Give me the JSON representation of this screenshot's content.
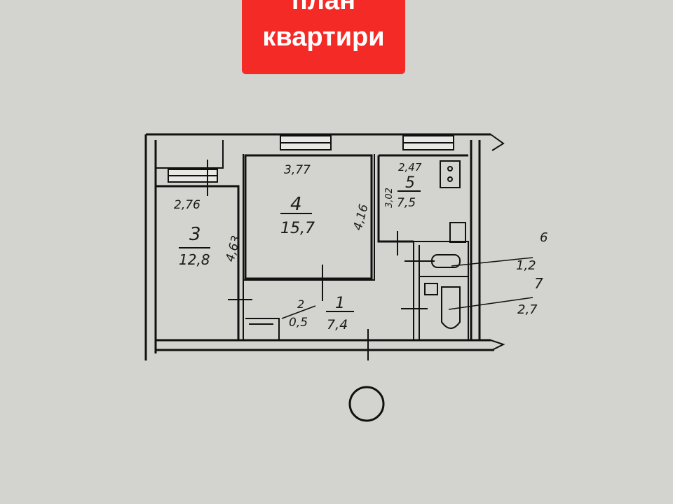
{
  "banner": {
    "line1": "план",
    "line2": "квартири"
  },
  "rooms": [
    {
      "number": "1",
      "area": "7,4"
    },
    {
      "number": "2",
      "area": "0,5"
    },
    {
      "number": "3",
      "area": "12,8",
      "width": "2,76",
      "length": "4,63"
    },
    {
      "number": "4",
      "area": "15,7",
      "width": "3,77",
      "length": "4,16"
    },
    {
      "number": "5",
      "area": "7,5",
      "width": "2,47",
      "length": "3,02"
    },
    {
      "number": "6",
      "area": "1,2"
    },
    {
      "number": "7",
      "area": "2,7"
    }
  ]
}
